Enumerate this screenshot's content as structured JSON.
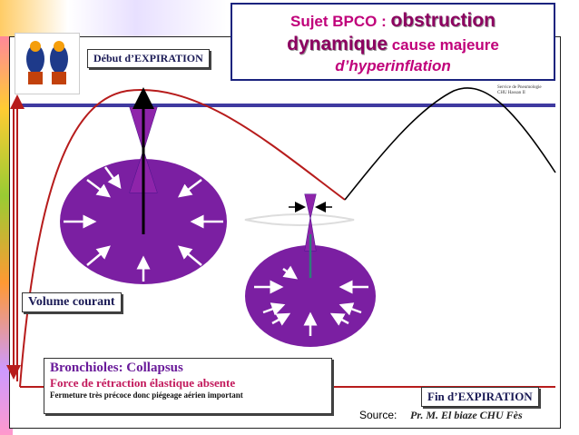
{
  "title": {
    "prefix": "Sujet BPCO : ",
    "bold1": "obstruction",
    "bold2": "dynamique",
    "suffix": " cause majeure",
    "line3": "d’hyperinflation"
  },
  "labels": {
    "debut": "Début d’EXPIRATION",
    "volume": "Volume courant",
    "fin": "Fin d’EXPIRATION"
  },
  "institution": [
    "Service de Pneumologie",
    "CHU Hassan II"
  ],
  "bronchioles": {
    "title": "Bronchioles: Collapsus",
    "line2": "Force de rétraction élastique absente",
    "line3": "Fermeture très précoce  donc piégeage aérien important"
  },
  "source_label": "Source:",
  "author": "Pr.  M. El biaze  CHU Fès",
  "colors": {
    "accent": "#c0007a",
    "circle": "#7b1fa2",
    "curve": "#b71c1c",
    "band": "#3f3aa0"
  }
}
